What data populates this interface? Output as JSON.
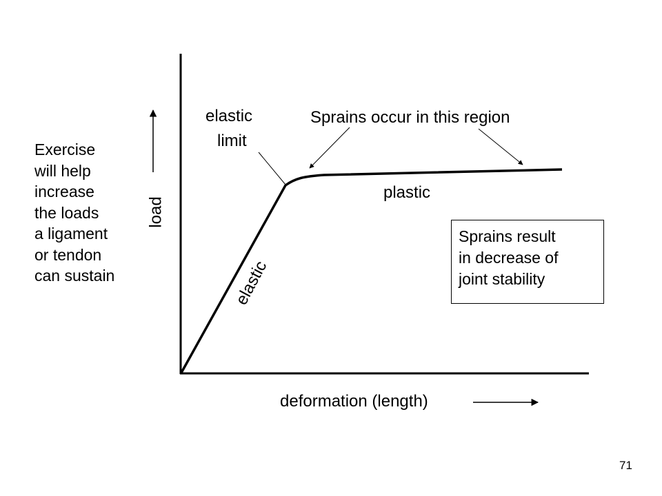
{
  "labels": {
    "elastic_limit_line1": "elastic",
    "elastic_limit_line2": "limit",
    "sprains_region": "Sprains occur in this region",
    "plastic": "plastic",
    "elastic": "elastic",
    "load": "load",
    "deformation": "deformation (length)"
  },
  "side_note": [
    "Exercise",
    "will help",
    "increase",
    "the loads",
    "a ligament",
    "or tendon",
    "can sustain"
  ],
  "box_note": [
    "Sprains result",
    "in decrease of",
    "joint stability"
  ],
  "page_number": "71"
}
